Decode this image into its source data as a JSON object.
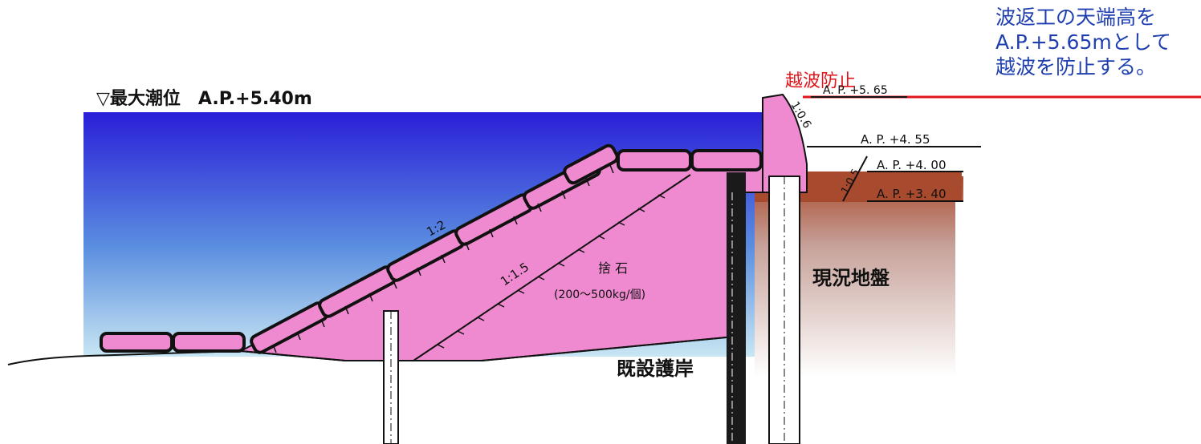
{
  "annotation": {
    "lines": [
      "波返工の天端高を",
      "A.P.+5.65mとして",
      "越波を防止する。"
    ],
    "color": "#1f3fb0"
  },
  "labels": {
    "overtopping": "越波防止",
    "max_tide": "▽最大潮位　A.P.+5.40m",
    "ap_565": "A. P. +5. 65",
    "slope_06": "1:0.6",
    "ap_455": "A. P. +4. 55",
    "slope_05": "1:0.5",
    "ap_400": "A. P. +4. 00",
    "ap_340": "A. P. +3. 40",
    "slope_12": "1:2",
    "slope_115": "1:1.5",
    "rubble": "捨 石",
    "rubble_weight": "(200～500kg/個)",
    "existing_ground": "現況地盤",
    "existing_revetment": "既設護岸"
  },
  "colors": {
    "sea_top": "#2a1fd8",
    "sea_bottom": "#c6e3f2",
    "fill_pink": "#f08ad0",
    "ground_brown": "#a84a2e",
    "red_line": "#e0151b",
    "overtopping_text": "#e0151b"
  },
  "icons": [
    "down-triangle-icon"
  ]
}
